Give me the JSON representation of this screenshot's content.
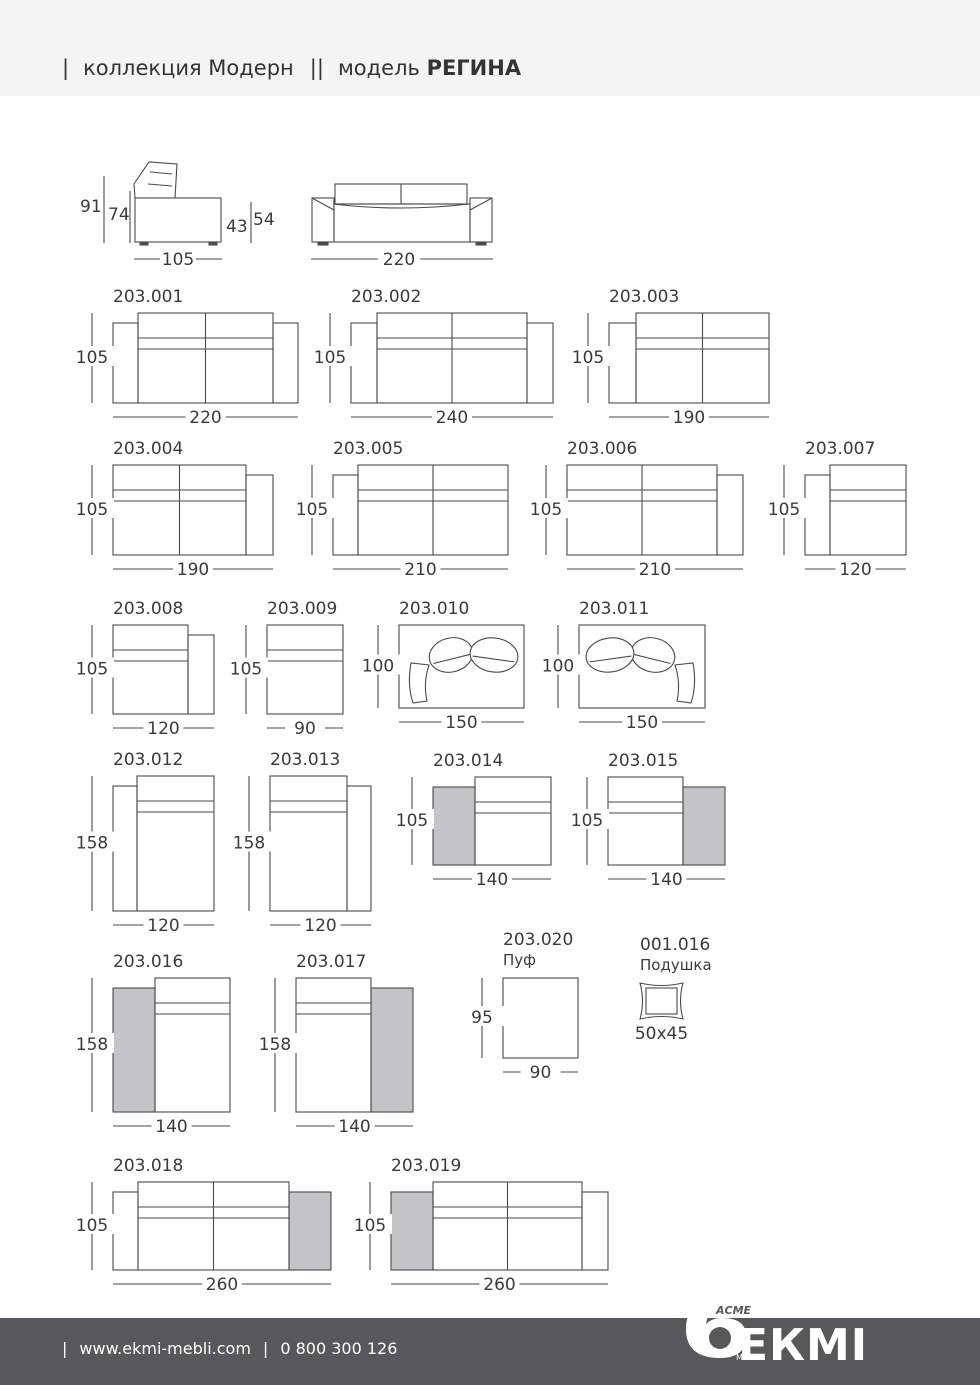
{
  "header": {
    "sep1": "|",
    "collection_label": "коллекция Модерн",
    "sep2": "||",
    "model_prefix": "модель",
    "model_name": "РЕГИНА"
  },
  "overview": {
    "side_dims": [
      "91",
      "74",
      "43",
      "54"
    ],
    "side_width": "105",
    "front_width": "220"
  },
  "modules": [
    {
      "code": "203.001",
      "height": "105",
      "width": "220"
    },
    {
      "code": "203.002",
      "height": "105",
      "width": "240"
    },
    {
      "code": "203.003",
      "height": "105",
      "width": "190"
    },
    {
      "code": "203.004",
      "height": "105",
      "width": "190"
    },
    {
      "code": "203.005",
      "height": "105",
      "width": "210"
    },
    {
      "code": "203.006",
      "height": "105",
      "width": "210"
    },
    {
      "code": "203.007",
      "height": "105",
      "width": "120"
    },
    {
      "code": "203.008",
      "height": "105",
      "width": "120"
    },
    {
      "code": "203.009",
      "height": "105",
      "width": "90"
    },
    {
      "code": "203.010",
      "height": "100",
      "width": "150"
    },
    {
      "code": "203.011",
      "height": "100",
      "width": "150"
    },
    {
      "code": "203.012",
      "height": "158",
      "width": "120"
    },
    {
      "code": "203.013",
      "height": "158",
      "width": "120"
    },
    {
      "code": "203.014",
      "height": "105",
      "width": "140"
    },
    {
      "code": "203.015",
      "height": "105",
      "width": "140"
    },
    {
      "code": "203.016",
      "height": "158",
      "width": "140"
    },
    {
      "code": "203.017",
      "height": "158",
      "width": "140"
    },
    {
      "code": "203.020",
      "subtitle": "Пуф",
      "height": "95",
      "width": "90"
    },
    {
      "code": "001.016",
      "subtitle": "Подушка",
      "size": "50x45"
    },
    {
      "code": "203.018",
      "height": "105",
      "width": "260"
    },
    {
      "code": "203.019",
      "height": "105",
      "width": "260"
    }
  ],
  "colors": {
    "shaded": "#c4c4c6",
    "line": "#4a4a4a",
    "footer": "#58585a"
  },
  "footer": {
    "sep1": "|",
    "website": "www.ekmi-mebli.com",
    "sep2": "|",
    "phone": "0 800 300 126"
  },
  "logo": {
    "brand": "ЕКМІ",
    "small": "АСМЕ",
    "sub": "МЕБЛІ"
  }
}
